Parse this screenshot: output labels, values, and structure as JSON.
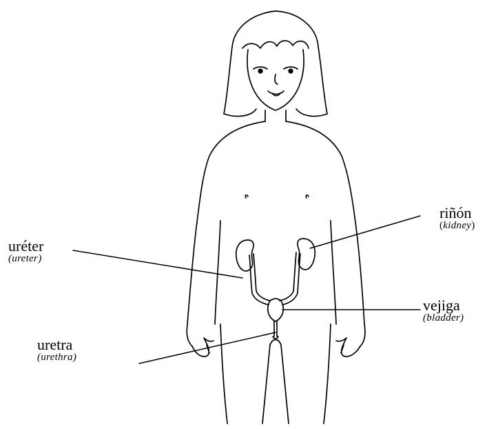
{
  "labels": {
    "ureter": {
      "term": "uréter",
      "translation": "(ureter)"
    },
    "kidney": {
      "term": "riñón",
      "translation_open": "(",
      "translation_word": "kidney",
      "translation_close": ")"
    },
    "bladder": {
      "term": "vejiga",
      "translation": "(bladder)"
    },
    "urethra": {
      "term": "uretra",
      "translation": "(urethra)"
    }
  },
  "colors": {
    "line": "#000000",
    "background": "#ffffff"
  }
}
